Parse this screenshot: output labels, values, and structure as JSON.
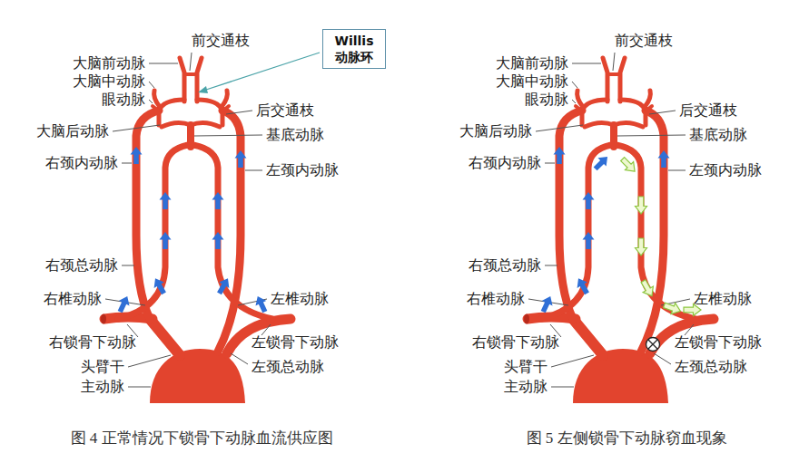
{
  "diagram": {
    "nodes": [
      {
        "text": [
          "Willis 动脉环"
        ]
      }
    ],
    "edges": [],
    "labels": [
      "前交通枝",
      "大脑前动脉",
      "大脑中动脉",
      "眼动脉",
      "后交通枝",
      "大脑后动脉",
      "基底动脉",
      "右颈内动脉",
      "左颈内动脉",
      "右颈总动脉",
      "右椎动脉",
      "左椎动脉",
      "右锁骨下动脉",
      "左锁骨下动脉",
      "头臂干",
      "左颈总动脉",
      "主动脉",
      "前交通枝",
      "大脑前动脉",
      "大脑中动脉",
      "眼动脉",
      "后交通枝",
      "大脑后动脉",
      "基底动脉",
      "右颈内动脉",
      "左颈内动脉",
      "右颈总动脉",
      "右椎动脉",
      "左椎动脉",
      "右锁骨下动脉",
      "左锁骨下动脉",
      "头臂干",
      "左颈总动脉",
      "主动脉",
      "图 4 正常情况下锁骨下动脉血流供应图",
      "图 5 左侧锁骨下动脉窃血现象"
    ]
  }
}
